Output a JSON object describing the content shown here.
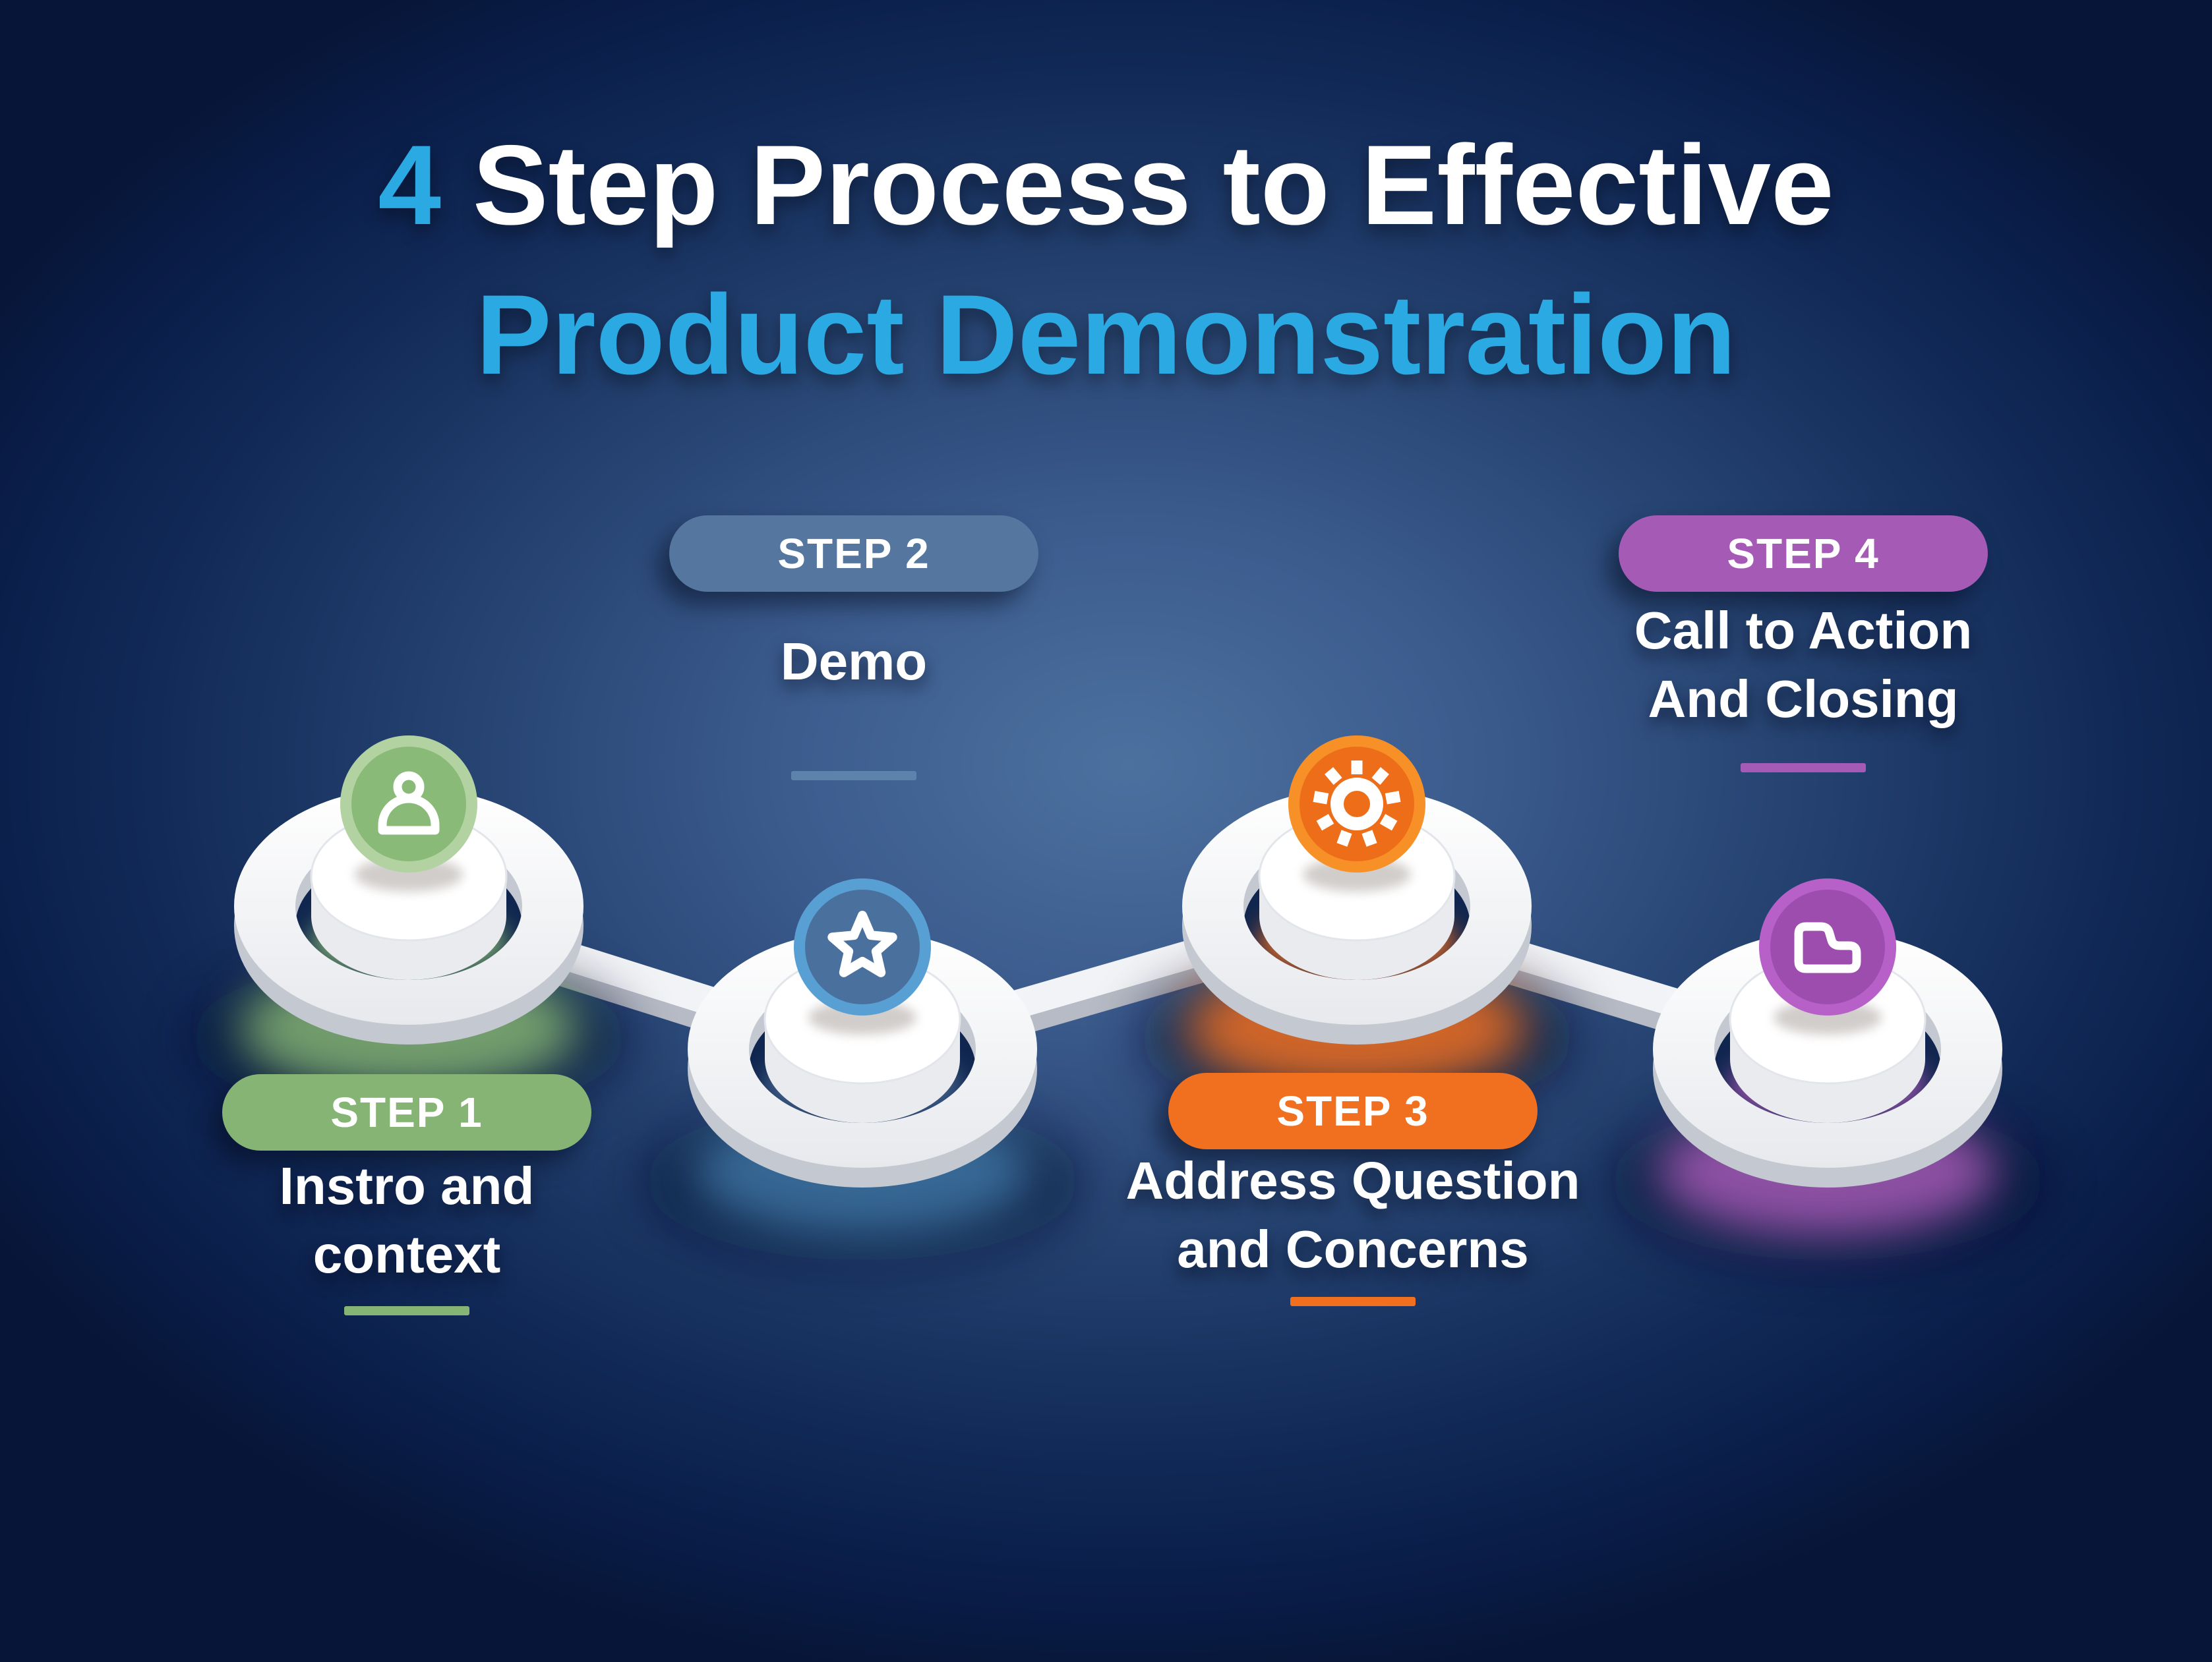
{
  "title": {
    "line1_highlight": "4",
    "line1_rest": " Step Process to Effective",
    "line2": "Product Demonstration"
  },
  "colors": {
    "title-accent": "#2aa9e2",
    "step1": "#85b475",
    "step1-rim": "#b2d2a2",
    "step1-fill": "#8aba77",
    "step1-line": "#85b475",
    "step2": "#54769f",
    "step2-rim": "#58a0d4",
    "step2-fill": "#4a719d",
    "step2-line": "#5d83ac",
    "step3": "#f07020",
    "step3-rim": "#f79027",
    "step3-fill": "#ed6d18",
    "step3-line": "#f07020",
    "step4": "#a55ab5",
    "step4-rim": "#b660c8",
    "step4-fill": "#9c4dad",
    "step4-line": "#a55ab5"
  },
  "steps": [
    {
      "badge": "STEP 1",
      "line1": "Instro and",
      "line2": "context",
      "icon": "person-icon"
    },
    {
      "badge": "STEP 2",
      "line1": "Demo",
      "line2": "",
      "icon": "star-icon"
    },
    {
      "badge": "STEP 3",
      "line1": "Address Question",
      "line2": "and Concerns",
      "icon": "gear-icon"
    },
    {
      "badge": "STEP 4",
      "line1": "Call to Action",
      "line2": "And Closing",
      "icon": "document-icon"
    }
  ]
}
